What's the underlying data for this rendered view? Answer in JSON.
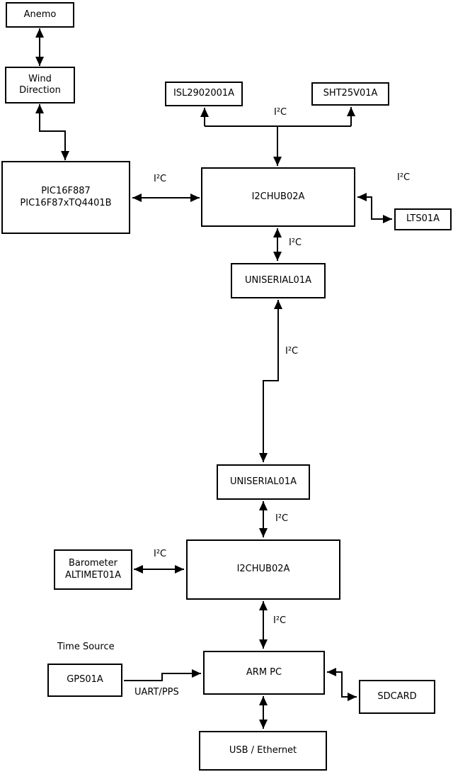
{
  "diagram": {
    "labels": {
      "i2c": "I²C",
      "uart_pps": "UART/PPS",
      "time_source": "Time Source"
    },
    "nodes": {
      "anemo": {
        "label": "Anemo"
      },
      "wind_direction": {
        "label": "Wind\nDirection"
      },
      "pic": {
        "label": "PIC16F887\nPIC16F87xTQ4401B"
      },
      "isl": {
        "label": "ISL2902001A"
      },
      "sht": {
        "label": "SHT25V01A"
      },
      "hub_top": {
        "label": "I2CHUB02A"
      },
      "lts": {
        "label": "LTS01A"
      },
      "uniserial_top": {
        "label": "UNISERIAL01A"
      },
      "uniserial_bottom": {
        "label": "UNISERIAL01A"
      },
      "hub_bottom": {
        "label": "I2CHUB02A"
      },
      "barometer": {
        "label": "Barometer\nALTIMET01A"
      },
      "gps": {
        "label": "GPS01A"
      },
      "arm_pc": {
        "label": "ARM PC"
      },
      "sdcard": {
        "label": "SDCARD"
      },
      "usb_ethernet": {
        "label": "USB / Ethernet"
      }
    },
    "edges": [
      {
        "from": "anemo",
        "to": "wind_direction",
        "bidirectional": true,
        "label": ""
      },
      {
        "from": "wind_direction",
        "to": "pic",
        "bidirectional": true,
        "label": ""
      },
      {
        "from": "pic",
        "to": "hub_top",
        "bidirectional": true,
        "label": "I²C"
      },
      {
        "from": "hub_top",
        "to": "isl",
        "bidirectional": false,
        "label": "I²C"
      },
      {
        "from": "hub_top",
        "to": "sht",
        "bidirectional": false,
        "label": "I²C"
      },
      {
        "from": "hub_top",
        "to": "lts",
        "bidirectional": true,
        "label": "I²C"
      },
      {
        "from": "hub_top",
        "to": "uniserial_top",
        "bidirectional": true,
        "label": "I²C"
      },
      {
        "from": "uniserial_top",
        "to": "uniserial_bottom",
        "bidirectional": true,
        "label": "I²C"
      },
      {
        "from": "uniserial_bottom",
        "to": "hub_bottom",
        "bidirectional": true,
        "label": "I²C"
      },
      {
        "from": "barometer",
        "to": "hub_bottom",
        "bidirectional": true,
        "label": "I²C"
      },
      {
        "from": "hub_bottom",
        "to": "arm_pc",
        "bidirectional": true,
        "label": "I²C"
      },
      {
        "from": "gps",
        "to": "arm_pc",
        "bidirectional": false,
        "label": "UART/PPS"
      },
      {
        "from": "arm_pc",
        "to": "sdcard",
        "bidirectional": true,
        "label": ""
      },
      {
        "from": "arm_pc",
        "to": "usb_ethernet",
        "bidirectional": true,
        "label": ""
      }
    ],
    "colors": {
      "line": "#000000",
      "box_fill": "#ffffff",
      "background": "#ffffff"
    }
  }
}
